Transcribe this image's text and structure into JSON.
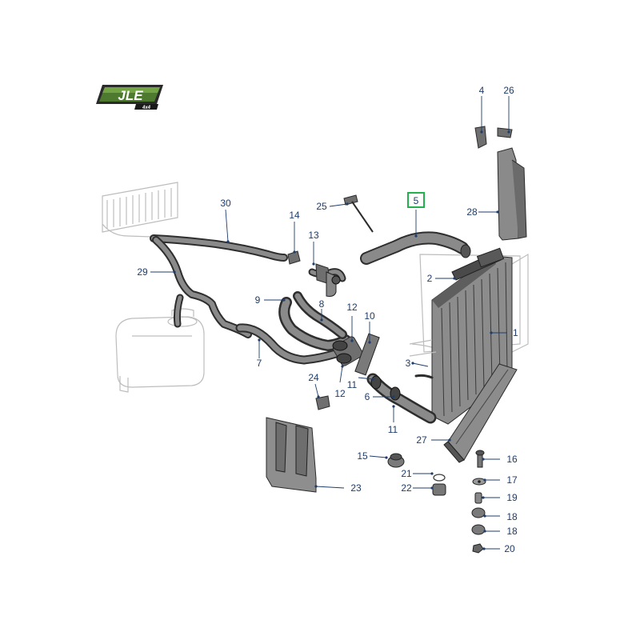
{
  "logo": {
    "text": "JLE",
    "subtext": "4x4"
  },
  "highlight_color": "#22b14c",
  "label_color": "#1f3d6b",
  "callouts": [
    "1",
    "2",
    "3",
    "4",
    "5",
    "6",
    "7",
    "8",
    "9",
    "10",
    "11",
    "11",
    "12",
    "12",
    "13",
    "14",
    "15",
    "16",
    "17",
    "18",
    "18",
    "19",
    "20",
    "21",
    "22",
    "23",
    "24",
    "25",
    "26",
    "27",
    "28",
    "29",
    "30"
  ],
  "highlighted_callout": "5"
}
